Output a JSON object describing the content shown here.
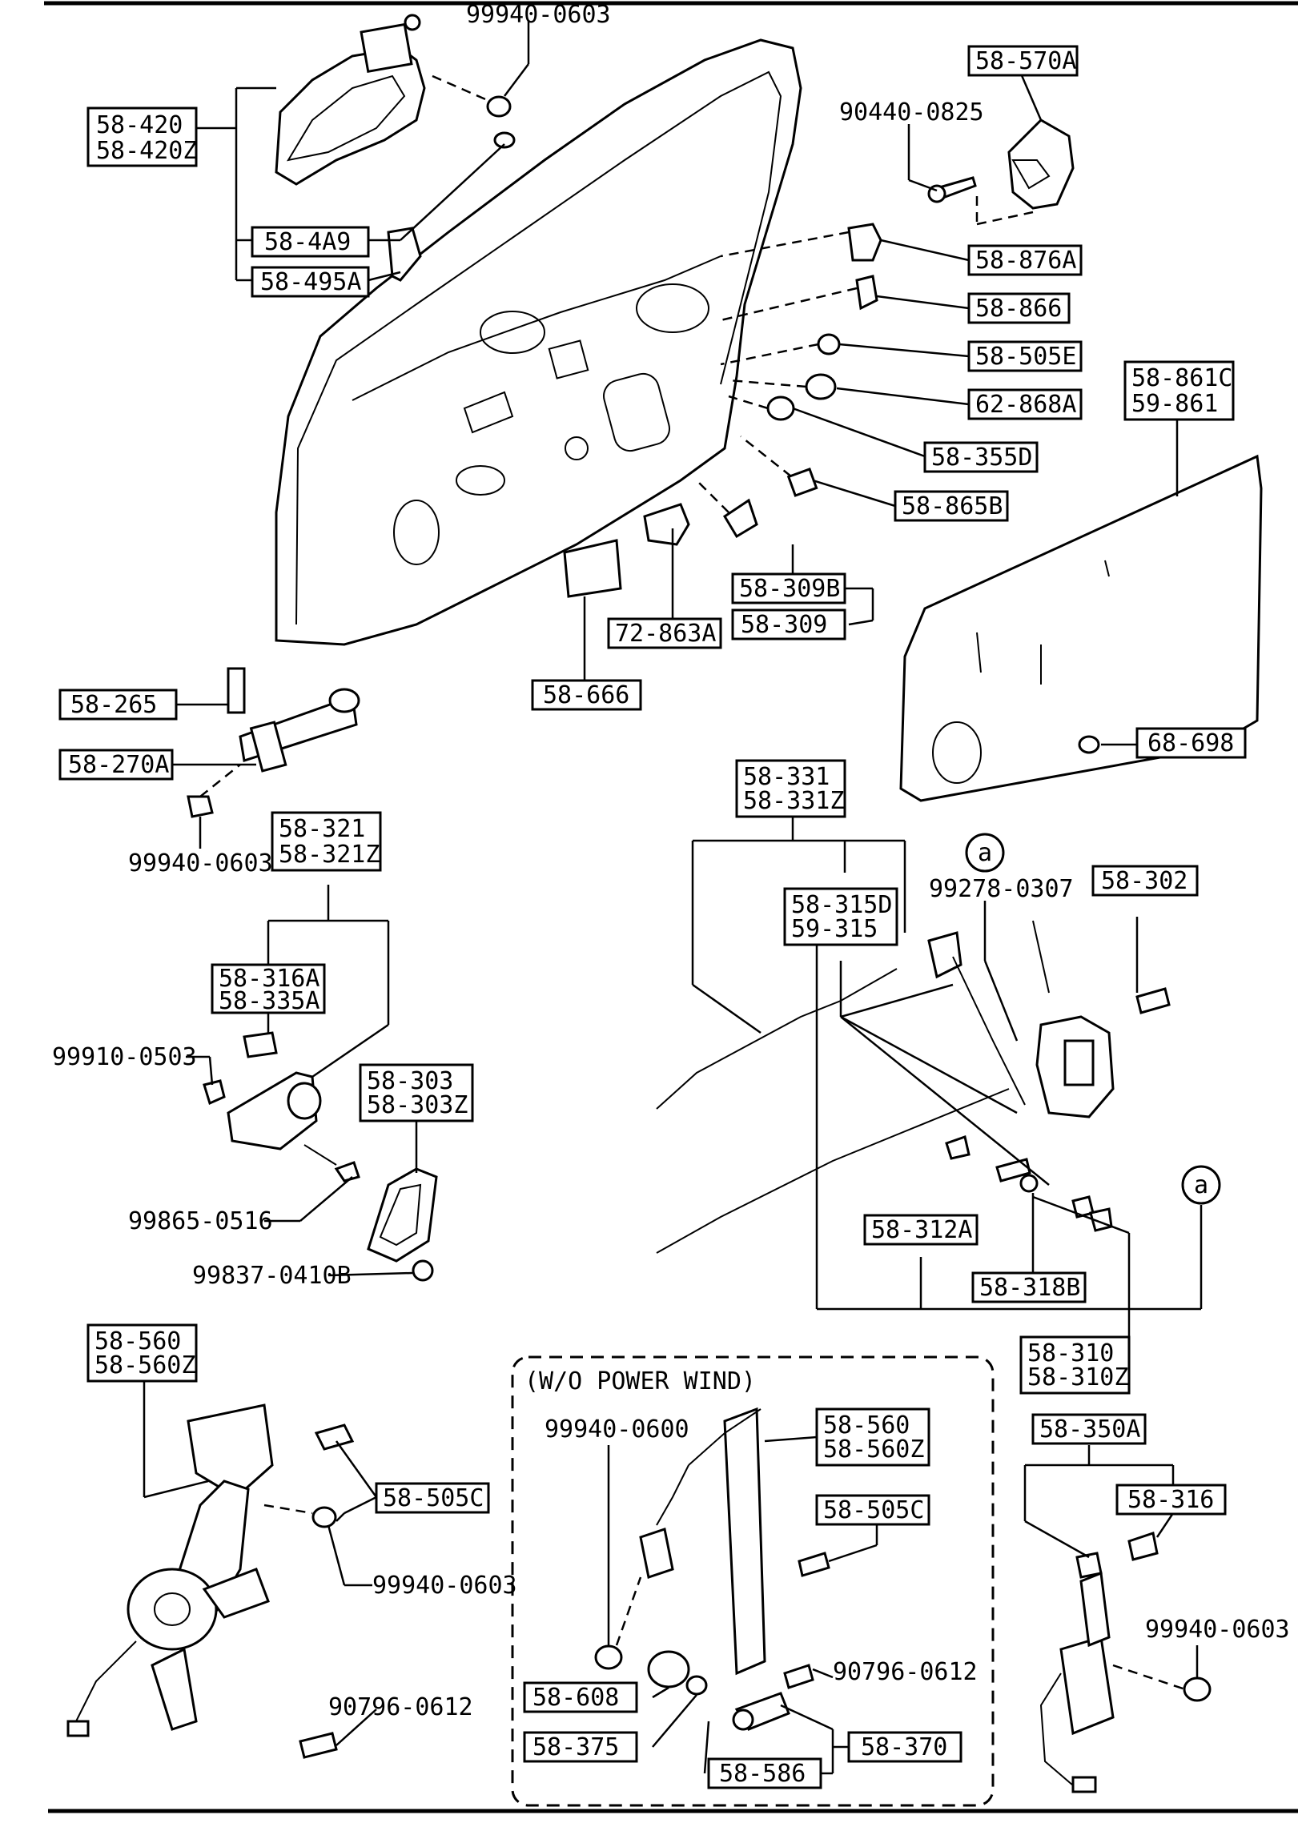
{
  "labels": {
    "l01": "99940-0603",
    "l02a": "58-420",
    "l02b": "58-420Z",
    "l03": "58-4A9",
    "l04": "58-495A",
    "l05": "58-570A",
    "l06": "90440-0825",
    "l07": "58-876A",
    "l08": "58-866",
    "l09": "58-505E",
    "l10": "62-868A",
    "l11": "58-355D",
    "l12": "58-865B",
    "l13a": "58-861C",
    "l13b": "59-861",
    "l14": "58-309B",
    "l15": "58-309",
    "l16": "72-863A",
    "l17": "58-666",
    "l18": "68-698",
    "l19": "58-265",
    "l20": "58-270A",
    "l21": "99940-0603",
    "l22a": "58-321",
    "l22b": "58-321Z",
    "l23a": "58-316A",
    "l23b": "58-335A",
    "l24": "99910-0503",
    "l25a": "58-303",
    "l25b": "58-303Z",
    "l26": "99865-0516",
    "l27": "99837-0410B",
    "l28a": "58-331",
    "l28b": "58-331Z",
    "l29": "a",
    "l30": "99278-0307",
    "l31": "58-302",
    "l32a": "58-315D",
    "l32b": "59-315",
    "l33": "a",
    "l34": "58-312A",
    "l35": "58-318B",
    "l36a": "58-310",
    "l36b": "58-310Z",
    "l37a": "58-560",
    "l37b": "58-560Z",
    "l38": "58-505C",
    "l39": "99940-0603",
    "l40": "90796-0612",
    "l41": "(W/O POWER WIND)",
    "l42": "99940-0600",
    "l43a": "58-560",
    "l43b": "58-560Z",
    "l44": "58-505C",
    "l45": "90796-0612",
    "l46": "58-608",
    "l47": "58-375",
    "l48": "58-370",
    "l49": "58-586",
    "l50": "58-350A",
    "l51": "58-316",
    "l52": "99940-0603"
  }
}
